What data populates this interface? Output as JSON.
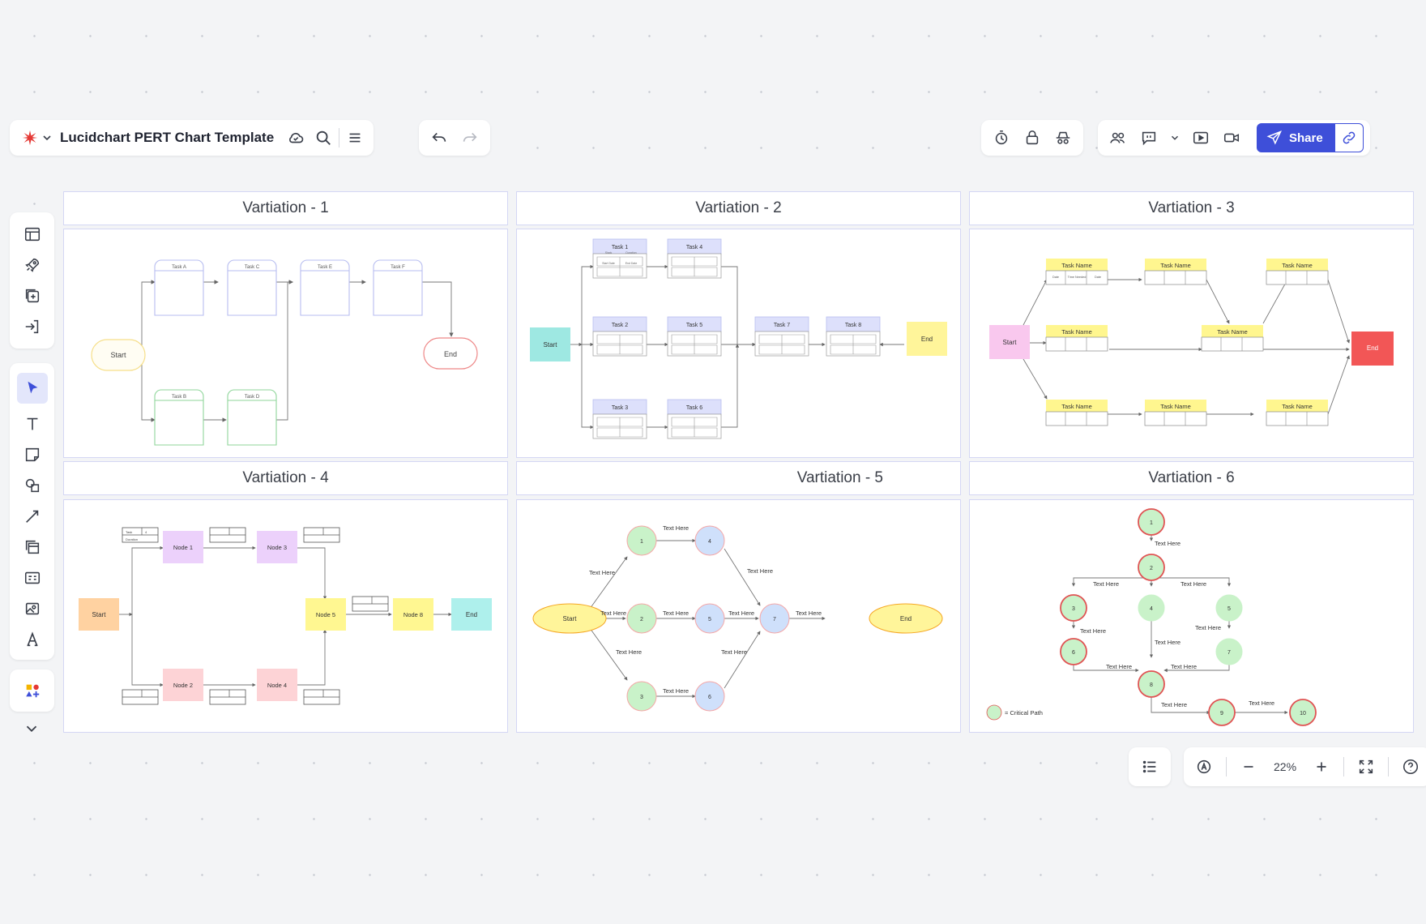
{
  "app": {
    "title": "Lucidchart PERT Chart Template",
    "share_label": "Share",
    "zoom_level": "22%",
    "accent": "#3e4fd9",
    "logo_color": "#e53935"
  },
  "icons": {
    "toolbar_left": [
      "logo-star-icon",
      "chevron-down-icon",
      "cloud-saved-icon",
      "search-icon",
      "menu-icon",
      "undo-icon",
      "redo-icon"
    ],
    "toolbar_right": [
      "timer-icon",
      "lock-icon",
      "incognito-icon",
      "collaborators-icon",
      "comment-icon",
      "chevron-down-icon",
      "present-icon",
      "video-icon",
      "send-icon",
      "link-icon"
    ],
    "sidebar": [
      "template-icon",
      "rocket-icon",
      "add-page-icon",
      "import-icon",
      "pointer-icon",
      "text-icon",
      "sticky-note-icon",
      "shapes-icon",
      "line-icon",
      "frame-icon",
      "data-icon",
      "image-icon",
      "font-icon",
      "shape-library-icon",
      "chevron-down-icon"
    ],
    "bottom": [
      "list-icon",
      "navigate-icon",
      "zoom-out-icon",
      "zoom-in-icon",
      "fullscreen-icon",
      "help-icon"
    ]
  },
  "panels": [
    {
      "title": "Vartiation - 1"
    },
    {
      "title": "Vartiation - 2"
    },
    {
      "title": "Vartiation - 3"
    },
    {
      "title": "Vartiation - 4"
    },
    {
      "title": "Vartiation - 5"
    },
    {
      "title": "Vartiation - 6"
    }
  ],
  "v1": {
    "start": "Start",
    "end": "End",
    "tasks": [
      "Task A",
      "Task C",
      "Task E",
      "Task F",
      "Task B",
      "Task D"
    ]
  },
  "v2": {
    "start": "Start",
    "end": "End",
    "tasks": [
      "Task 1",
      "Task 4",
      "Task 2",
      "Task 5",
      "Task 7",
      "Task 8",
      "Task 3",
      "Task 6"
    ],
    "cell_top": [
      "Slack",
      "Duration"
    ],
    "cell_bottom": [
      "Start Date",
      "End Date"
    ]
  },
  "v3": {
    "start": "Start",
    "end": "End",
    "task_label": "Task Name",
    "cells": [
      "Date",
      "Time Needed",
      "Date"
    ]
  },
  "v4": {
    "start": "Start",
    "end": "End",
    "nodes": [
      "Node 1",
      "Node 3",
      "Node 5",
      "Node 8",
      "Node 2",
      "Node 4"
    ],
    "cell_top": [
      "Task",
      "4"
    ],
    "cell_bottom": [
      "Duration"
    ]
  },
  "v5": {
    "start": "Start",
    "end": "End",
    "nodes": [
      "1",
      "4",
      "2",
      "5",
      "7",
      "3",
      "6"
    ],
    "edge_label": "Text Here"
  },
  "v6": {
    "nodes": [
      "1",
      "2",
      "3",
      "4",
      "5",
      "6",
      "7",
      "8",
      "9",
      "10"
    ],
    "edge_label": "Text Here",
    "legend": "= Critical Path"
  }
}
